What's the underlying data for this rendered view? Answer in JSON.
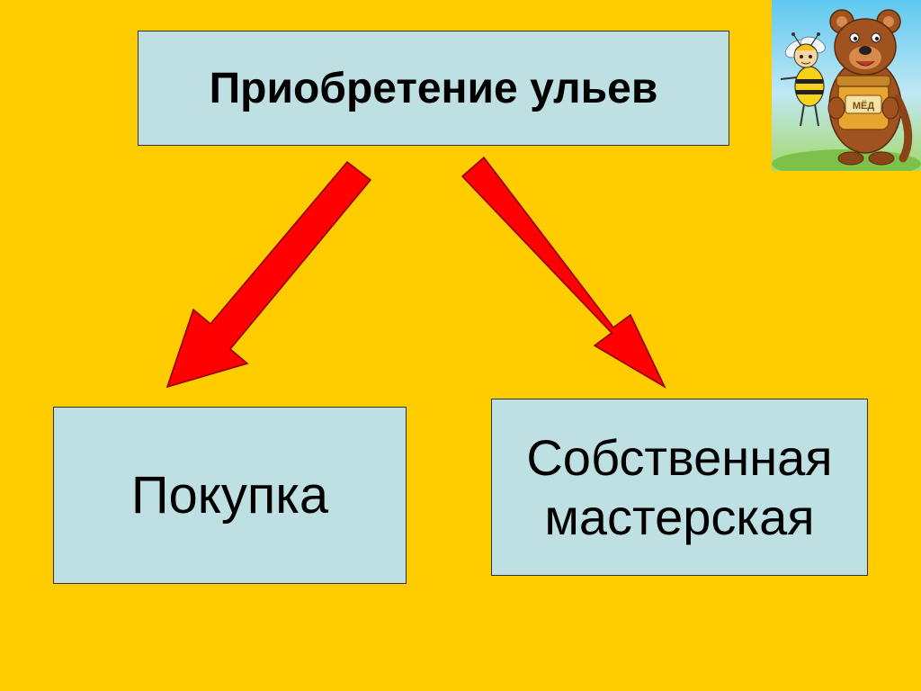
{
  "diagram": {
    "root": {
      "label": "Приобретение ульев"
    },
    "children": [
      {
        "label": "Покупка"
      },
      {
        "label_lines": [
          "Собственная",
          "мастерская"
        ]
      }
    ]
  },
  "mascot": {
    "jar_label": "МЁД",
    "icons": [
      "bee-icon",
      "bear-icon",
      "honey-jar-icon"
    ]
  },
  "colors": {
    "background": "#FFCC00",
    "box_fill": "#BFE0E2",
    "arrow": "#FF0000"
  }
}
